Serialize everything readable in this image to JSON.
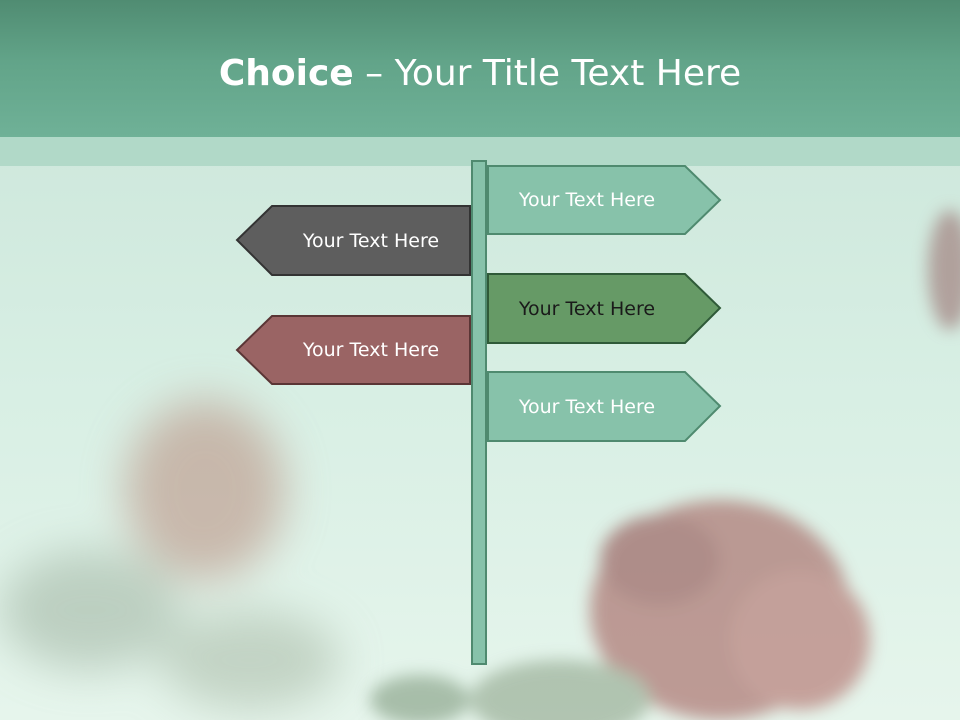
{
  "title": {
    "bold": "Choice",
    "rest": " – Your Title Text Here"
  },
  "signs": {
    "right1": {
      "label": "Your Text Here",
      "fill": "#87c2aa",
      "stroke": "#4f8a6f",
      "text_color": "#ffffff"
    },
    "left1": {
      "label": "Your Text Here",
      "fill": "#5e5e5e",
      "stroke": "#333333",
      "text_color": "#ffffff"
    },
    "right2": {
      "label": "Your Text Here",
      "fill": "#669a66",
      "stroke": "#2f5a38",
      "text_color": "#1a1a1a"
    },
    "left2": {
      "label": "Your Text Here",
      "fill": "#9a6464",
      "stroke": "#5a3535",
      "text_color": "#ffffff"
    },
    "right3": {
      "label": "Your Text Here",
      "fill": "#87c2aa",
      "stroke": "#4f8a6f",
      "text_color": "#ffffff"
    }
  },
  "colors": {
    "header": "#62a489",
    "header_band": "#b1d9c8",
    "background": "#d8efe4"
  }
}
